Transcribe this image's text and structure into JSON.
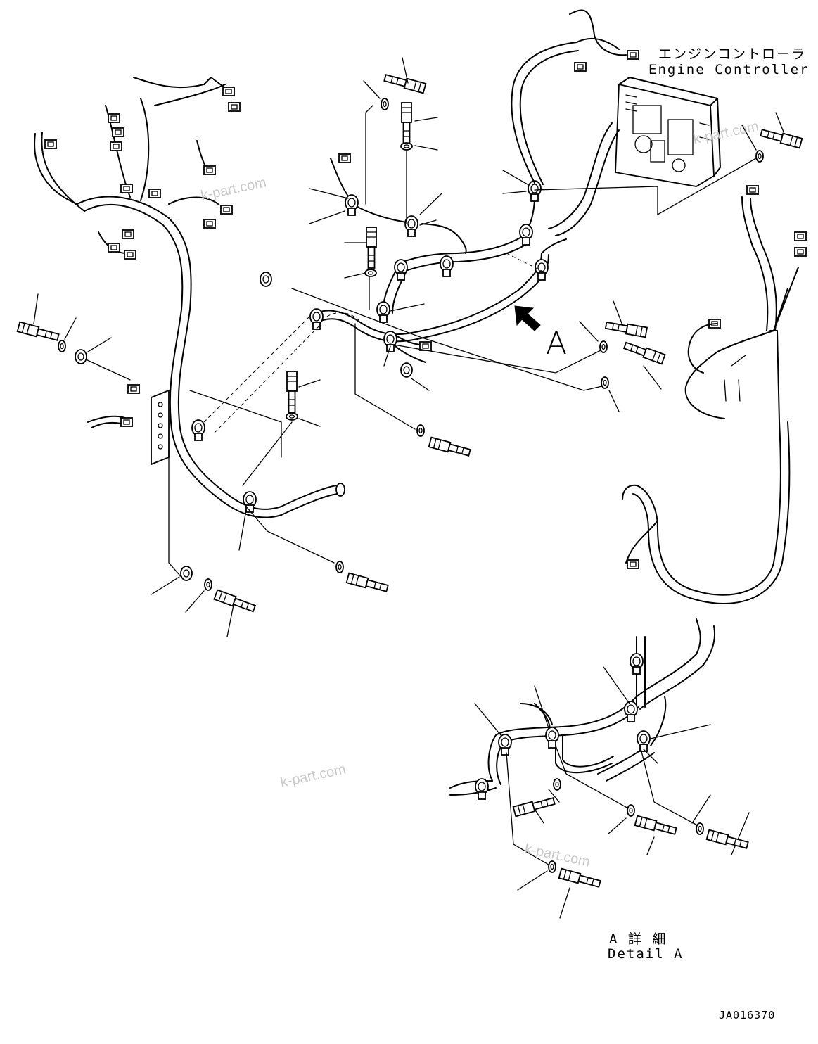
{
  "labels": {
    "engine_controller_jp": "エンジンコントローラ",
    "engine_controller_en": "Engine Controller",
    "view_marker": "A",
    "detail_jp": "A 詳 細",
    "detail_en": "Detail A",
    "drawing_number": "JA016370"
  },
  "watermarks": [
    "k-part.com",
    "k-part.com",
    "k-part.com",
    "k-part.com"
  ],
  "icons": {
    "view_arrow": "arrow-up-left-icon",
    "bolt": "bolt-icon",
    "washer": "washer-icon",
    "clamp": "clamp-icon",
    "connector": "connector-icon",
    "engine_controller": "engine-controller-unit"
  },
  "colors": {
    "line": "#000000",
    "background": "#ffffff",
    "watermark": "#c8c8c8"
  }
}
